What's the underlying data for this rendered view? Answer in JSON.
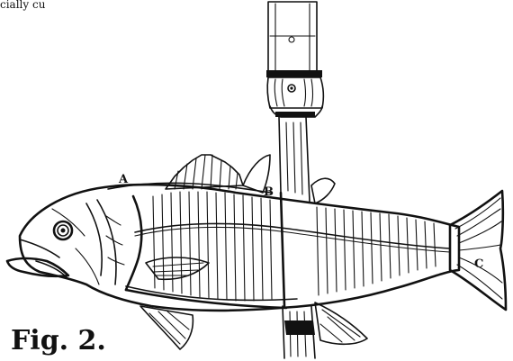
{
  "top_fragment": "cially cu",
  "labels": {
    "a": "A",
    "b": "B",
    "c": "C"
  },
  "caption": "Fig. 2."
}
